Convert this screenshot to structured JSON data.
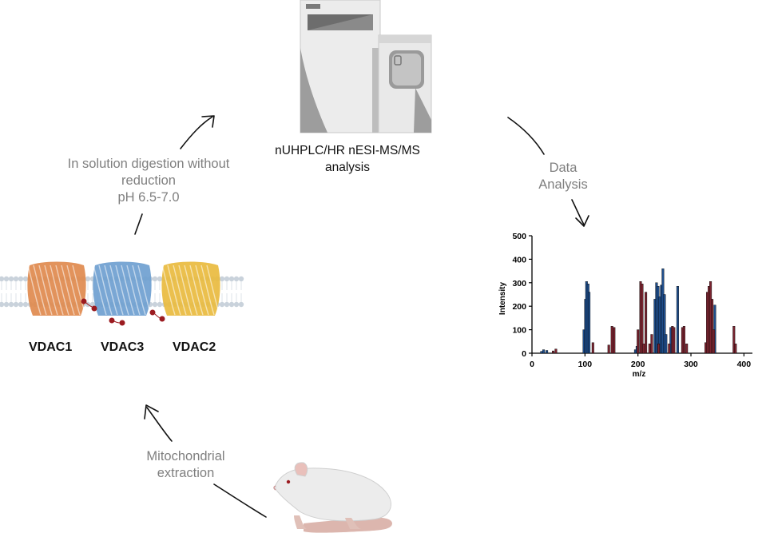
{
  "instrument": {
    "name": "nUHPLC/HR nESI-MS/MS",
    "subtitle": "analysis"
  },
  "steps": {
    "digestion": {
      "line1": "In solution digestion without",
      "line2": "reduction",
      "line3": "pH 6.5-7.0"
    },
    "data_analysis": {
      "line1": "Data",
      "line2": "Analysis"
    },
    "mito": {
      "line1": "Mitochondrial",
      "line2": "extraction"
    }
  },
  "proteins": [
    {
      "name": "VDAC1",
      "color": "#e08a4e"
    },
    {
      "name": "VDAC3",
      "color": "#6f9fd0"
    },
    {
      "name": "VDAC2",
      "color": "#e9bb3f"
    }
  ],
  "colors": {
    "label_grey": "#7f7f7f",
    "peak_blue": "#1f4e8c",
    "peak_red": "#7a2430",
    "disulfide": "#9b1b20"
  },
  "chart_data": {
    "type": "bar",
    "title": "",
    "xlabel": "m/z",
    "ylabel": "Intensity",
    "xlim": [
      0,
      410
    ],
    "ylim": [
      0,
      500
    ],
    "xticks": [
      0,
      100,
      200,
      300,
      400
    ],
    "yticks": [
      0,
      100,
      200,
      300,
      400,
      500
    ],
    "series": [
      {
        "color": "#1f4e8c",
        "x": [
          18,
          22,
          28,
          98,
          101,
          103,
          106,
          108,
          195,
          198,
          232,
          235,
          238,
          241,
          244,
          247,
          250,
          253,
          262,
          275,
          345
        ],
        "values": [
          8,
          15,
          12,
          100,
          230,
          305,
          295,
          260,
          15,
          30,
          230,
          300,
          285,
          240,
          290,
          360,
          250,
          80,
          110,
          285,
          205
        ]
      },
      {
        "color": "#7a2430",
        "x": [
          40,
          45,
          115,
          145,
          151,
          155,
          200,
          205,
          208,
          211,
          215,
          222,
          226,
          239,
          259,
          265,
          268,
          284,
          287,
          292,
          328,
          331,
          334,
          337,
          340,
          343,
          381,
          384
        ],
        "values": [
          10,
          18,
          45,
          35,
          115,
          110,
          100,
          305,
          295,
          40,
          260,
          40,
          80,
          40,
          40,
          115,
          110,
          110,
          115,
          40,
          45,
          260,
          285,
          305,
          230,
          100,
          115,
          40
        ]
      }
    ]
  }
}
